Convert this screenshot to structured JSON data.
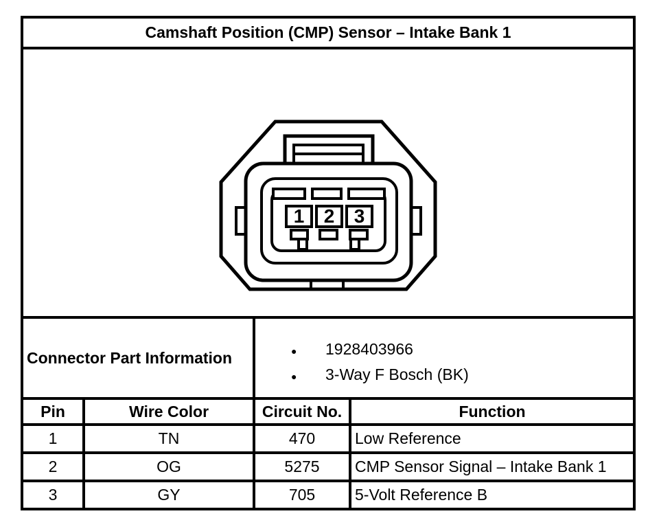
{
  "title": "Camshaft Position (CMP) Sensor – Intake Bank 1",
  "connector": {
    "description": "3-way female connector front view",
    "pins": [
      "1",
      "2",
      "3"
    ]
  },
  "part_info": {
    "label": "Connector Part Information",
    "bullet": "●",
    "items": [
      "1928403966",
      "3-Way F Bosch (BK)"
    ]
  },
  "table": {
    "headers": [
      "Pin",
      "Wire Color",
      "Circuit No.",
      "Function"
    ],
    "rows": [
      {
        "pin": "1",
        "wire_color": "TN",
        "circuit_no": "470",
        "function": "Low Reference"
      },
      {
        "pin": "2",
        "wire_color": "OG",
        "circuit_no": "5275",
        "function": "CMP Sensor Signal – Intake Bank 1"
      },
      {
        "pin": "3",
        "wire_color": "GY",
        "circuit_no": "705",
        "function": "5-Volt Reference B"
      }
    ]
  },
  "colors": {
    "line": "#000000",
    "background": "#ffffff"
  }
}
